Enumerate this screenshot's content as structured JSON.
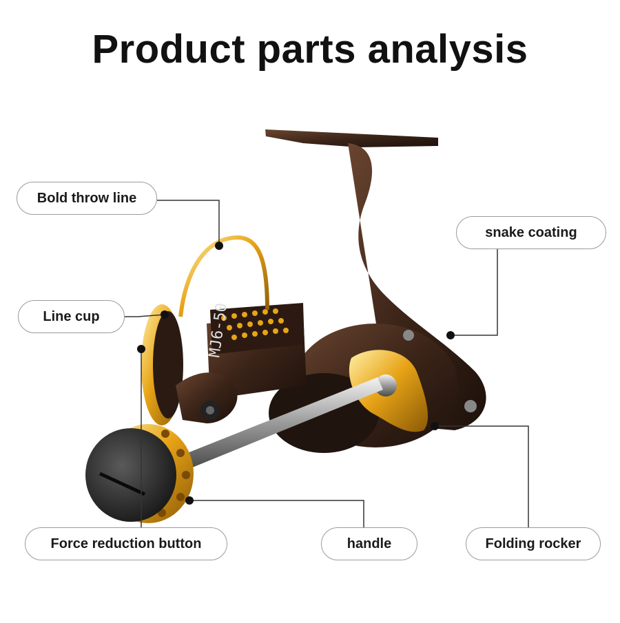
{
  "title": "Product parts analysis",
  "labels": {
    "bold_throw_line": "Bold throw line",
    "line_cup": "Line cup",
    "snake_coating": "snake coating",
    "force_reduction_button": "Force reduction button",
    "handle": "handle",
    "folding_rocker": "Folding rocker"
  },
  "spool_marking": "MJ6-50",
  "colors": {
    "gold": "#e8a417",
    "body_brown": "#3b2418",
    "dot_accent": "#e8a417",
    "leader_line": "#333333"
  }
}
